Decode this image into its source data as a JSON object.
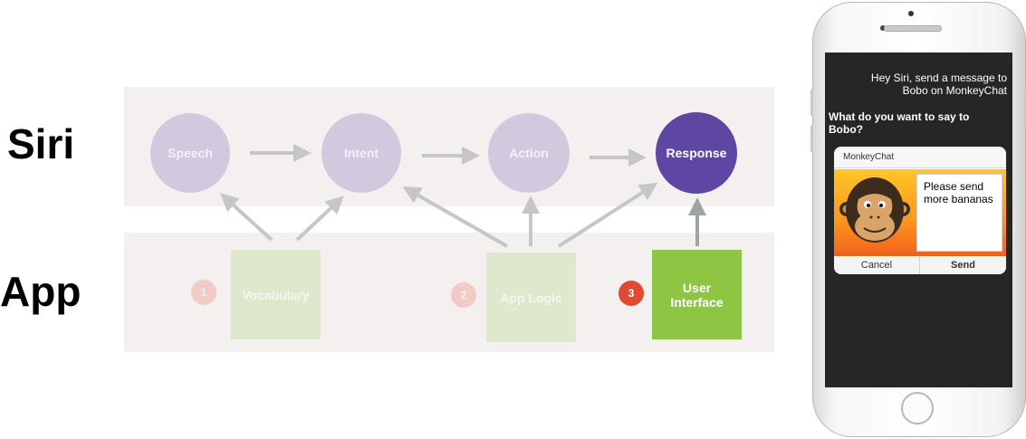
{
  "rows": {
    "siri_label": "Siri",
    "app_label": "App"
  },
  "siri_nodes": [
    {
      "label": "Speech",
      "state": "faded"
    },
    {
      "label": "Intent",
      "state": "faded"
    },
    {
      "label": "Action",
      "state": "faded"
    },
    {
      "label": "Response",
      "state": "active"
    }
  ],
  "app_nodes": [
    {
      "badge": "1",
      "label": "Vocabulary",
      "state": "faded"
    },
    {
      "badge": "2",
      "label": "App Logic",
      "state": "faded"
    },
    {
      "badge": "3",
      "label": "User Interface",
      "state": "active"
    }
  ],
  "colors": {
    "band": "#f4f0f0",
    "faded_circle": "#d3c9de",
    "active_circle": "#5e47a2",
    "faded_box": "#dde8cd",
    "active_box": "#8ec643",
    "faded_badge": "#f1cbc6",
    "active_badge": "#e04a33",
    "arrow": "#c4c6c8",
    "arrow_active": "#9ea3a8"
  },
  "phone": {
    "user_query": "Hey Siri, send a message to Bobo on MonkeyChat",
    "siri_question": "What do you want to say to Bobo?",
    "card": {
      "app_name": "MonkeyChat",
      "avatar_icon": "monkey-face-icon",
      "message": "Please send more bananas",
      "cancel_label": "Cancel",
      "send_label": "Send"
    }
  }
}
